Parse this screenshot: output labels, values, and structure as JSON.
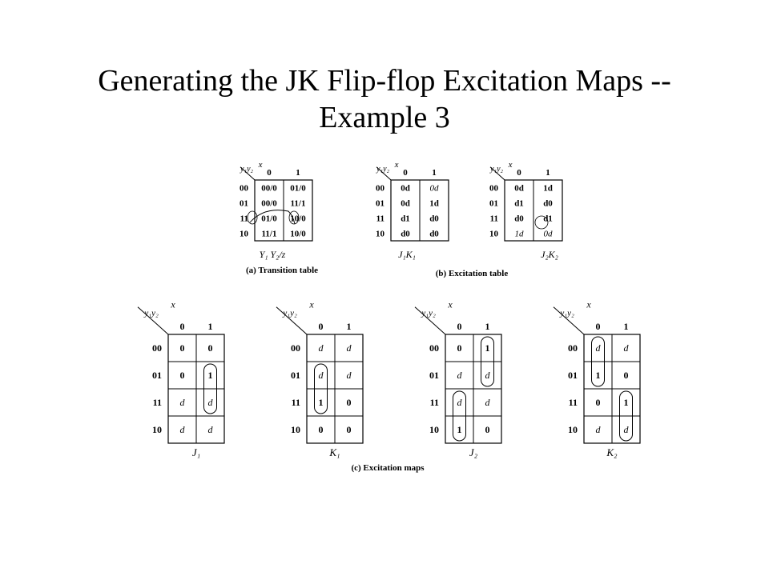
{
  "slide": {
    "title_line1": "Generating the JK Flip-flop Excitation Maps --",
    "title_line2": "Example 3"
  },
  "figure": {
    "row_var": "y₁y₂",
    "col_var": "x",
    "cols": [
      "0",
      "1"
    ],
    "rows": [
      "00",
      "01",
      "11",
      "10"
    ],
    "transition_table": {
      "cells": [
        [
          "00/0",
          "01/0"
        ],
        [
          "00/0",
          "11/1"
        ],
        [
          "01/0",
          "10/0"
        ],
        [
          "11/1",
          "10/0"
        ]
      ],
      "footer": "Y₁ Y₂/z",
      "caption": "(a) Transition table"
    },
    "excitation_tables": {
      "caption": "(b) Excitation table",
      "tables": [
        {
          "footer": "J₁K₁",
          "cells": [
            [
              "0d",
              "0d"
            ],
            [
              "0d",
              "1d"
            ],
            [
              "d1",
              "d0"
            ],
            [
              "d0",
              "d0"
            ]
          ]
        },
        {
          "footer": "J₂K₂",
          "cells": [
            [
              "0d",
              "1d"
            ],
            [
              "d1",
              "d0"
            ],
            [
              "d0",
              "d1"
            ],
            [
              "1d",
              "0d"
            ]
          ]
        }
      ]
    },
    "excitation_maps": {
      "caption": "(c) Excitation maps",
      "maps": [
        {
          "footer": "J₁",
          "cells": [
            [
              "0",
              "0"
            ],
            [
              "0",
              "1"
            ],
            [
              "d",
              "d"
            ],
            [
              "d",
              "d"
            ]
          ]
        },
        {
          "footer": "K₁",
          "cells": [
            [
              "d",
              "d"
            ],
            [
              "d",
              "d"
            ],
            [
              "1",
              "0"
            ],
            [
              "0",
              "0"
            ]
          ]
        },
        {
          "footer": "J₂",
          "cells": [
            [
              "0",
              "1"
            ],
            [
              "d",
              "d"
            ],
            [
              "d",
              "d"
            ],
            [
              "1",
              "0"
            ]
          ]
        },
        {
          "footer": "K₂",
          "cells": [
            [
              "d",
              "d"
            ],
            [
              "1",
              "0"
            ],
            [
              "0",
              "1"
            ],
            [
              "d",
              "d"
            ]
          ]
        }
      ]
    }
  }
}
